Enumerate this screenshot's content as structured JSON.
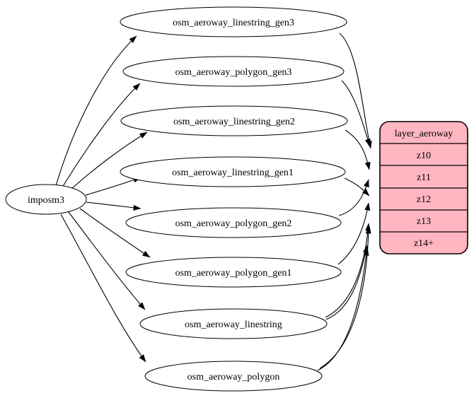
{
  "diagram": {
    "kind": "etl-graph",
    "background": "#ffffff",
    "edge_color": "#000000",
    "node_fill": "#ffffff",
    "node_stroke": "#000000",
    "source_node": {
      "id": "imposm3",
      "label": "imposm3"
    },
    "table_nodes": [
      {
        "id": "osm_aeroway_linestring_gen3",
        "label": "osm_aeroway_linestring_gen3"
      },
      {
        "id": "osm_aeroway_polygon_gen3",
        "label": "osm_aeroway_polygon_gen3"
      },
      {
        "id": "osm_aeroway_linestring_gen2",
        "label": "osm_aeroway_linestring_gen2"
      },
      {
        "id": "osm_aeroway_linestring_gen1",
        "label": "osm_aeroway_linestring_gen1"
      },
      {
        "id": "osm_aeroway_polygon_gen2",
        "label": "osm_aeroway_polygon_gen2"
      },
      {
        "id": "osm_aeroway_polygon_gen1",
        "label": "osm_aeroway_polygon_gen1"
      },
      {
        "id": "osm_aeroway_linestring",
        "label": "osm_aeroway_linestring"
      },
      {
        "id": "osm_aeroway_polygon",
        "label": "osm_aeroway_polygon"
      }
    ],
    "layer_node": {
      "id": "layer_aeroway",
      "header": "layer_aeroway",
      "rows": [
        "z10",
        "z11",
        "z12",
        "z13",
        "z14+"
      ],
      "fill": "#ffb6c1",
      "border": "#000000"
    },
    "edges": [
      {
        "from": "imposm3",
        "to": "osm_aeroway_linestring_gen3"
      },
      {
        "from": "imposm3",
        "to": "osm_aeroway_polygon_gen3"
      },
      {
        "from": "imposm3",
        "to": "osm_aeroway_linestring_gen2"
      },
      {
        "from": "imposm3",
        "to": "osm_aeroway_linestring_gen1"
      },
      {
        "from": "imposm3",
        "to": "osm_aeroway_polygon_gen2"
      },
      {
        "from": "imposm3",
        "to": "osm_aeroway_polygon_gen1"
      },
      {
        "from": "imposm3",
        "to": "osm_aeroway_linestring"
      },
      {
        "from": "imposm3",
        "to": "osm_aeroway_polygon"
      },
      {
        "from": "osm_aeroway_linestring_gen3",
        "to": "layer_aeroway:z10"
      },
      {
        "from": "osm_aeroway_polygon_gen3",
        "to": "layer_aeroway:z10"
      },
      {
        "from": "osm_aeroway_linestring_gen2",
        "to": "layer_aeroway:z11"
      },
      {
        "from": "osm_aeroway_polygon_gen2",
        "to": "layer_aeroway:z11"
      },
      {
        "from": "osm_aeroway_linestring_gen1",
        "to": "layer_aeroway:z12"
      },
      {
        "from": "osm_aeroway_polygon_gen1",
        "to": "layer_aeroway:z12"
      },
      {
        "from": "osm_aeroway_linestring",
        "to": "layer_aeroway:z13"
      },
      {
        "from": "osm_aeroway_linestring",
        "to": "layer_aeroway:z14+"
      },
      {
        "from": "osm_aeroway_polygon",
        "to": "layer_aeroway:z13"
      },
      {
        "from": "osm_aeroway_polygon",
        "to": "layer_aeroway:z14+"
      }
    ]
  }
}
